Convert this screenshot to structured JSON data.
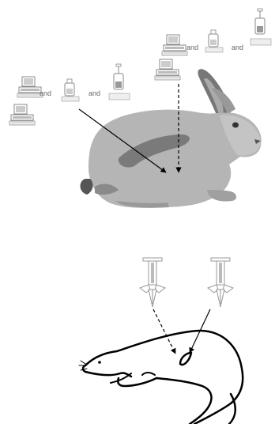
{
  "labels": {
    "and": "and"
  },
  "icons": {
    "computer": "computer-icon",
    "flask": "flask-icon",
    "drip": "infusion-drip-icon",
    "syringe": "syringe-icon",
    "rabbit": "rabbit-silhouette",
    "rat": "rat-outline"
  },
  "colors": {
    "ink": "#000000",
    "fur": "#b0b0b0",
    "fur_dark": "#707070",
    "icon_gray": "#888888"
  }
}
